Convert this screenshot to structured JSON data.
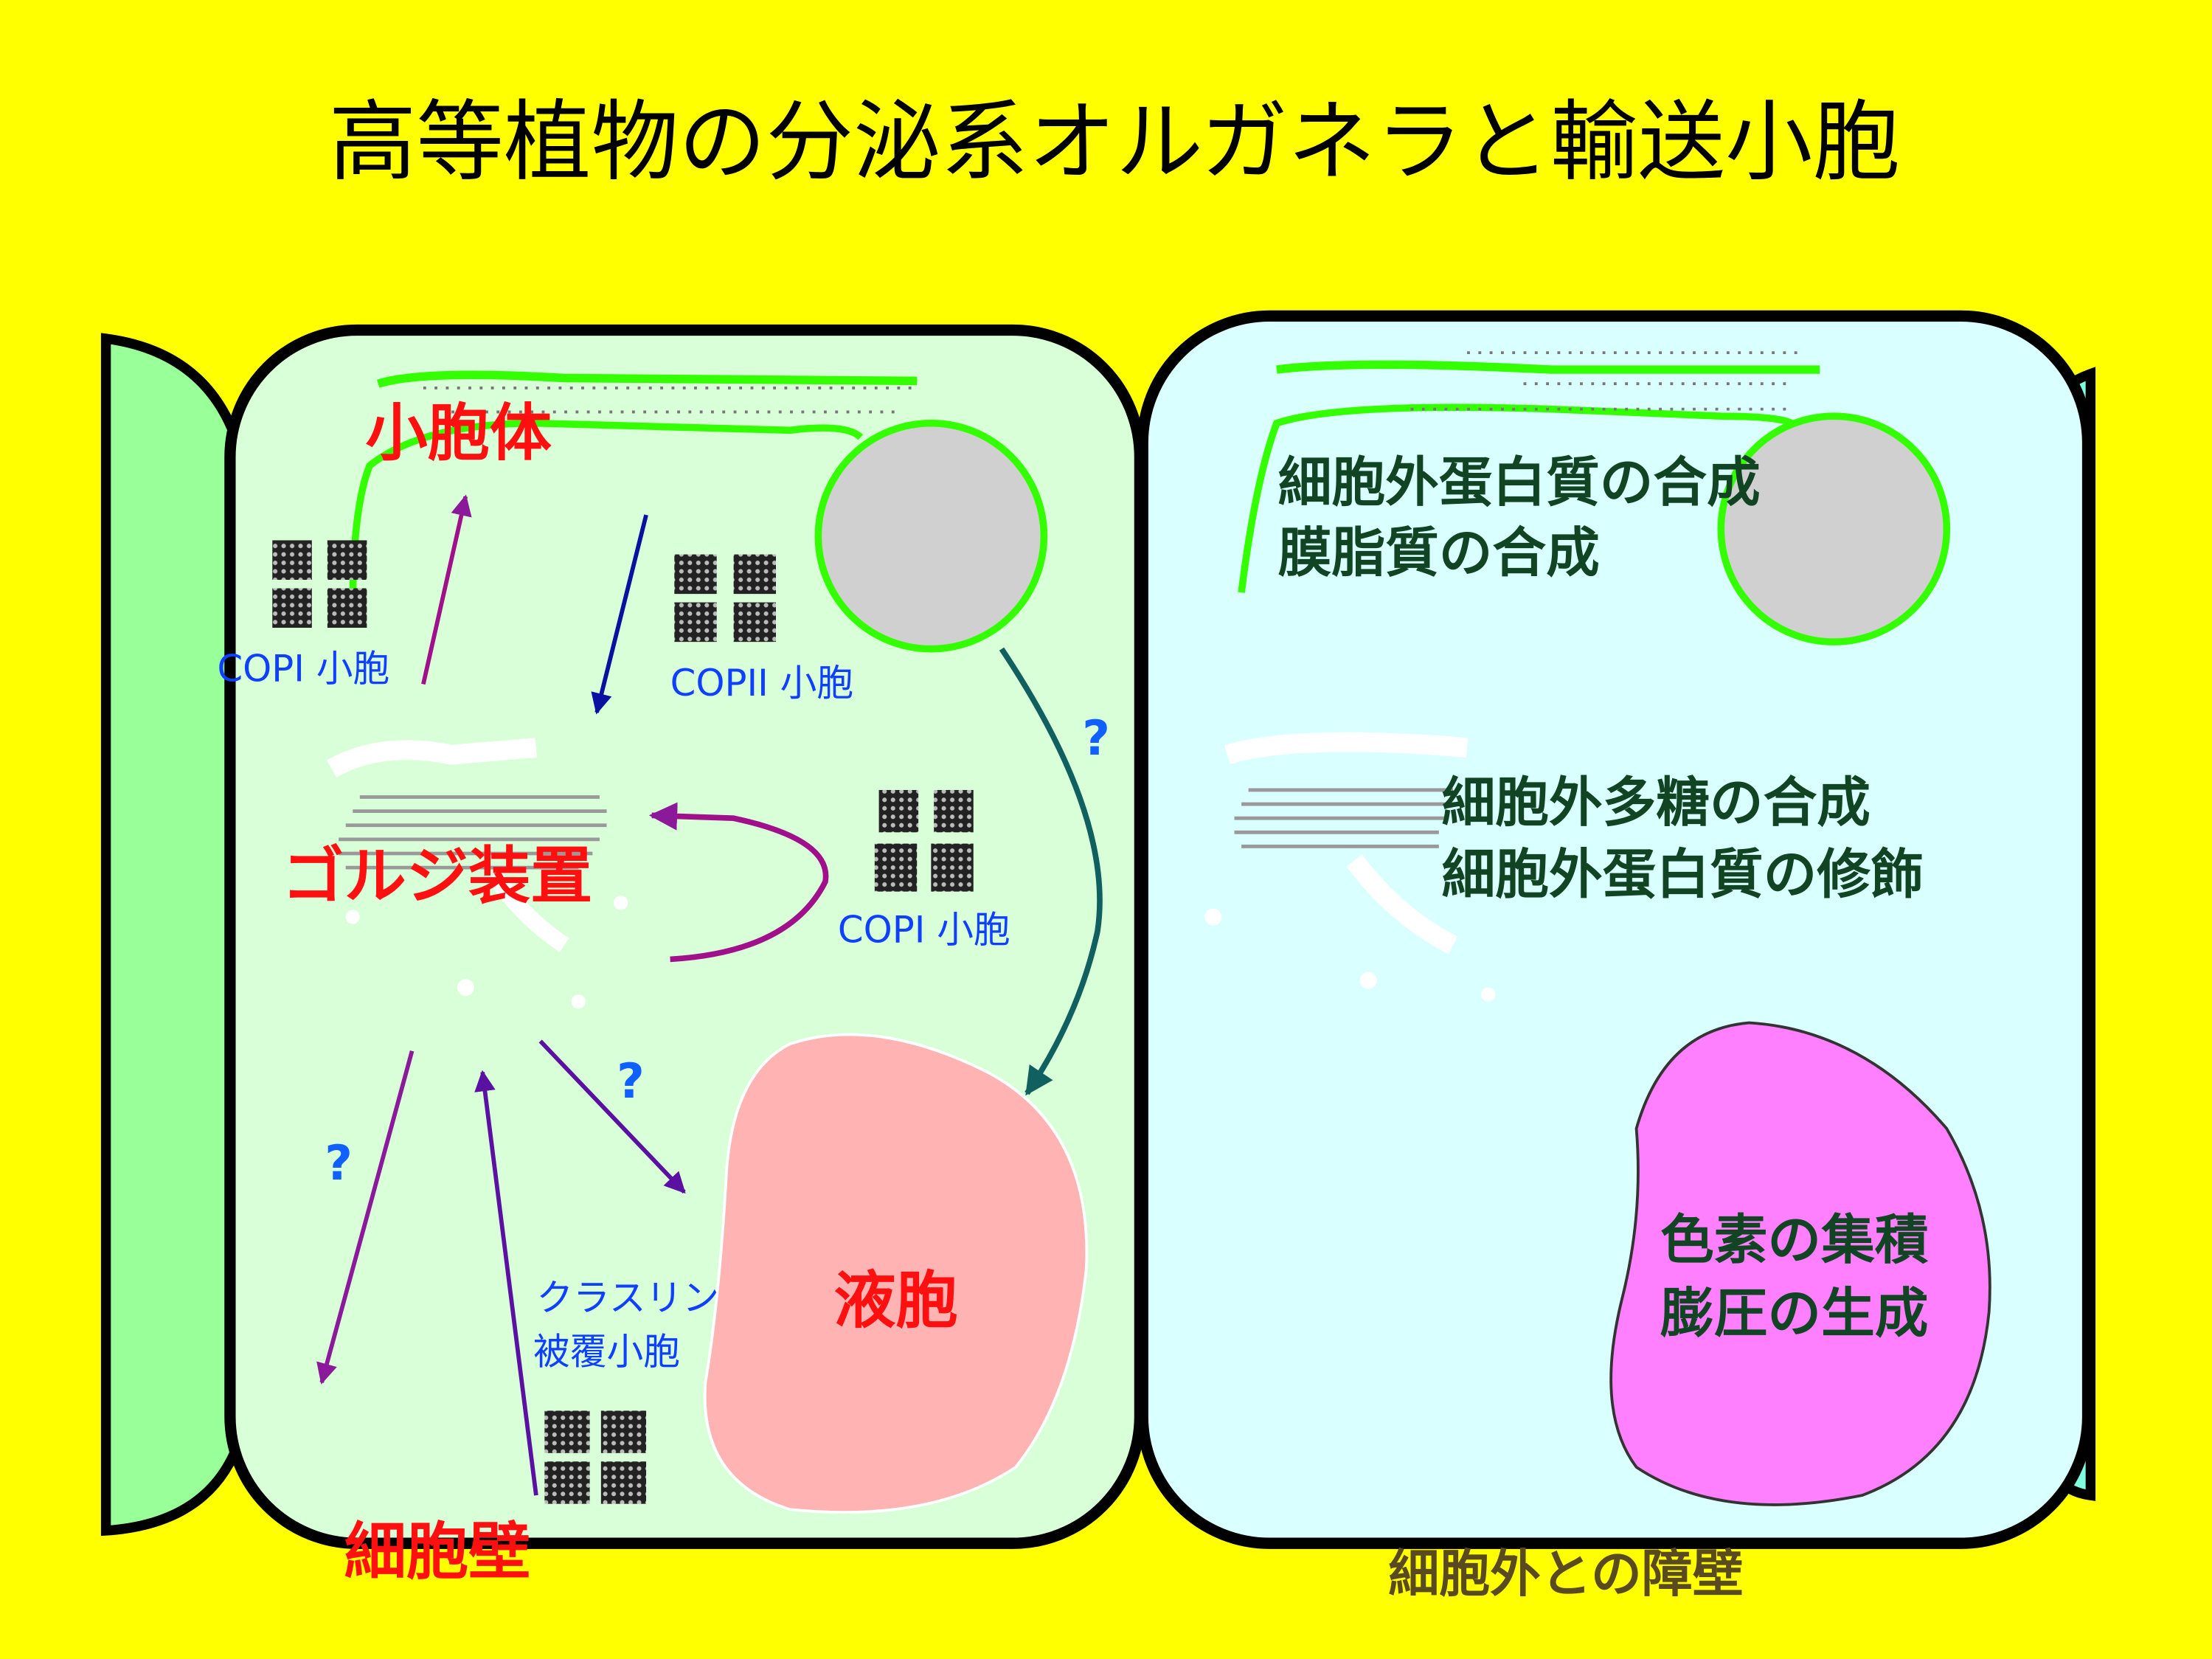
{
  "title": "高等植物の分泌系オルガネラと輸送小胞",
  "left_cell": {
    "er_label": "小胞体",
    "copi_label_1": "COPI 小胞",
    "copii_label": "COPII 小胞",
    "golgi_label": "ゴルジ装置",
    "copi_label_2": "COPI 小胞",
    "clathrin_label_line1": "クラスリン",
    "clathrin_label_line2": "被覆小胞",
    "vacuole_label": "液胞",
    "cell_wall_label": "細胞壁",
    "question_marks": [
      "?",
      "?",
      "?"
    ]
  },
  "right_cell": {
    "er_function_line1": "細胞外蛋白質の合成",
    "er_function_line2": "膜脂質の合成",
    "golgi_function_line1": "細胞外多糖の合成",
    "golgi_function_line2": "細胞外蛋白質の修飾",
    "vacuole_function_line1": "色素の集積",
    "vacuole_function_line2": "膨圧の生成",
    "wall_function": "細胞外との障壁"
  },
  "colors": {
    "background": "#FFFF00",
    "left_cell_fill": "#D9FFD9",
    "right_cell_fill": "#DAFFFF",
    "er_membrane": "#33FF00",
    "nucleus": "#D0D0D0",
    "vacuole_left": "#FFB3B3",
    "vacuole_right": "#FF80FF"
  }
}
